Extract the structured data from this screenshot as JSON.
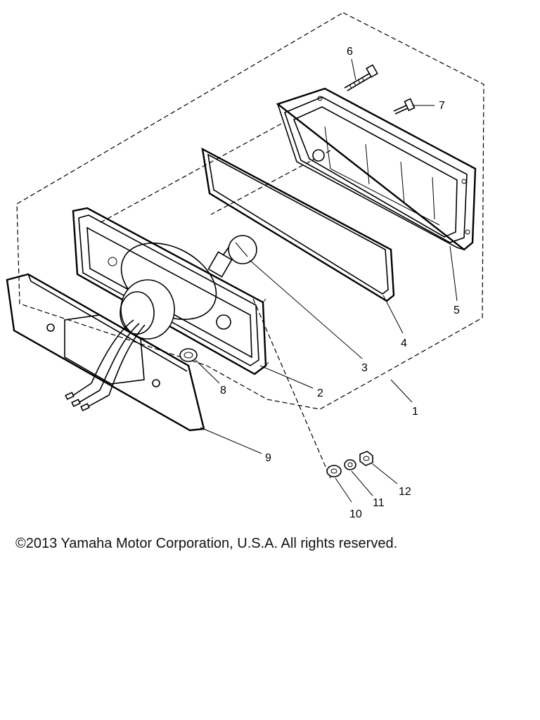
{
  "diagram": {
    "callouts": [
      {
        "id": "callout-1",
        "text": "1"
      },
      {
        "id": "callout-2",
        "text": "2"
      },
      {
        "id": "callout-3",
        "text": "3"
      },
      {
        "id": "callout-4",
        "text": "4"
      },
      {
        "id": "callout-5",
        "text": "5"
      },
      {
        "id": "callout-6",
        "text": "6"
      },
      {
        "id": "callout-7",
        "text": "7"
      },
      {
        "id": "callout-8",
        "text": "8"
      },
      {
        "id": "callout-9",
        "text": "9"
      },
      {
        "id": "callout-10",
        "text": "10"
      },
      {
        "id": "callout-11",
        "text": "11"
      },
      {
        "id": "callout-12",
        "text": "12"
      }
    ]
  },
  "footer": {
    "copyright": "©2013 Yamaha Motor Corporation, U.S.A. All rights reserved."
  }
}
